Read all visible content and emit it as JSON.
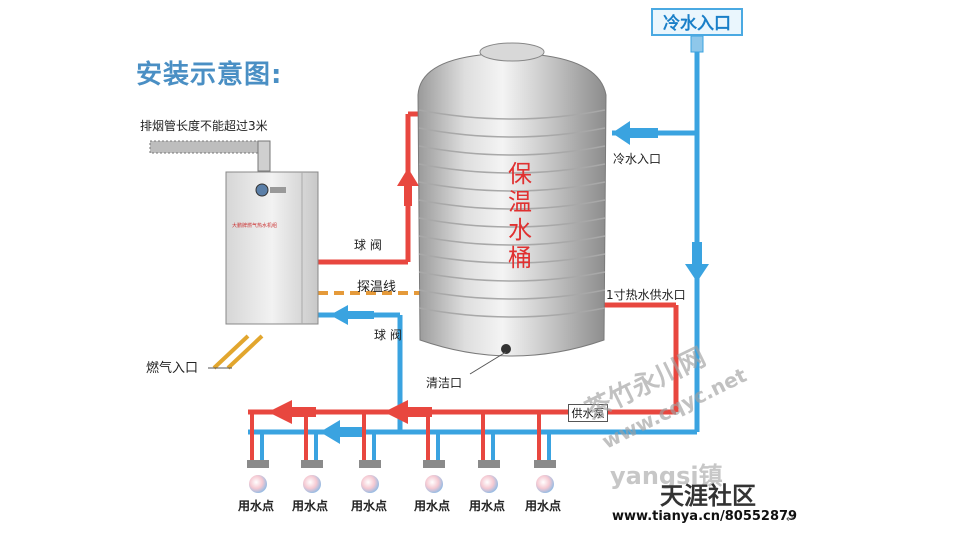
{
  "diagram": {
    "title": "安装示意图:",
    "chimney_note": "排烟管长度不能超过3米",
    "heater_label": "大鹏牌燃气热水机组",
    "cold_inlet_top": "冷水入口",
    "cold_inlet_side": "冷水入口",
    "tank_label": "保温水桶",
    "valve_top": "球 阀",
    "sensor_line": "探温线",
    "valve_bottom": "球 阀",
    "hot_supply": "1寸热水供水口",
    "clean_port": "清洁口",
    "gas_inlet": "燃气入口",
    "pump": "供水泵",
    "outlets": [
      "用水点",
      "用水点",
      "用水点",
      "用水点",
      "用水点",
      "用水点"
    ]
  },
  "watermark": {
    "site_cn": "茶竹永川网",
    "site_url": "www.cqyc.net",
    "ghost": "yangsi镇",
    "community": "天涯社区",
    "forum_url": "www.tianya.cn/80552879",
    "return_mark": "↵"
  },
  "colors": {
    "hot_pipe": "#e8473f",
    "cold_pipe": "#3aa3e0",
    "tank_metal": "#c7c7c7",
    "accent_title": "#4a8fc4"
  }
}
